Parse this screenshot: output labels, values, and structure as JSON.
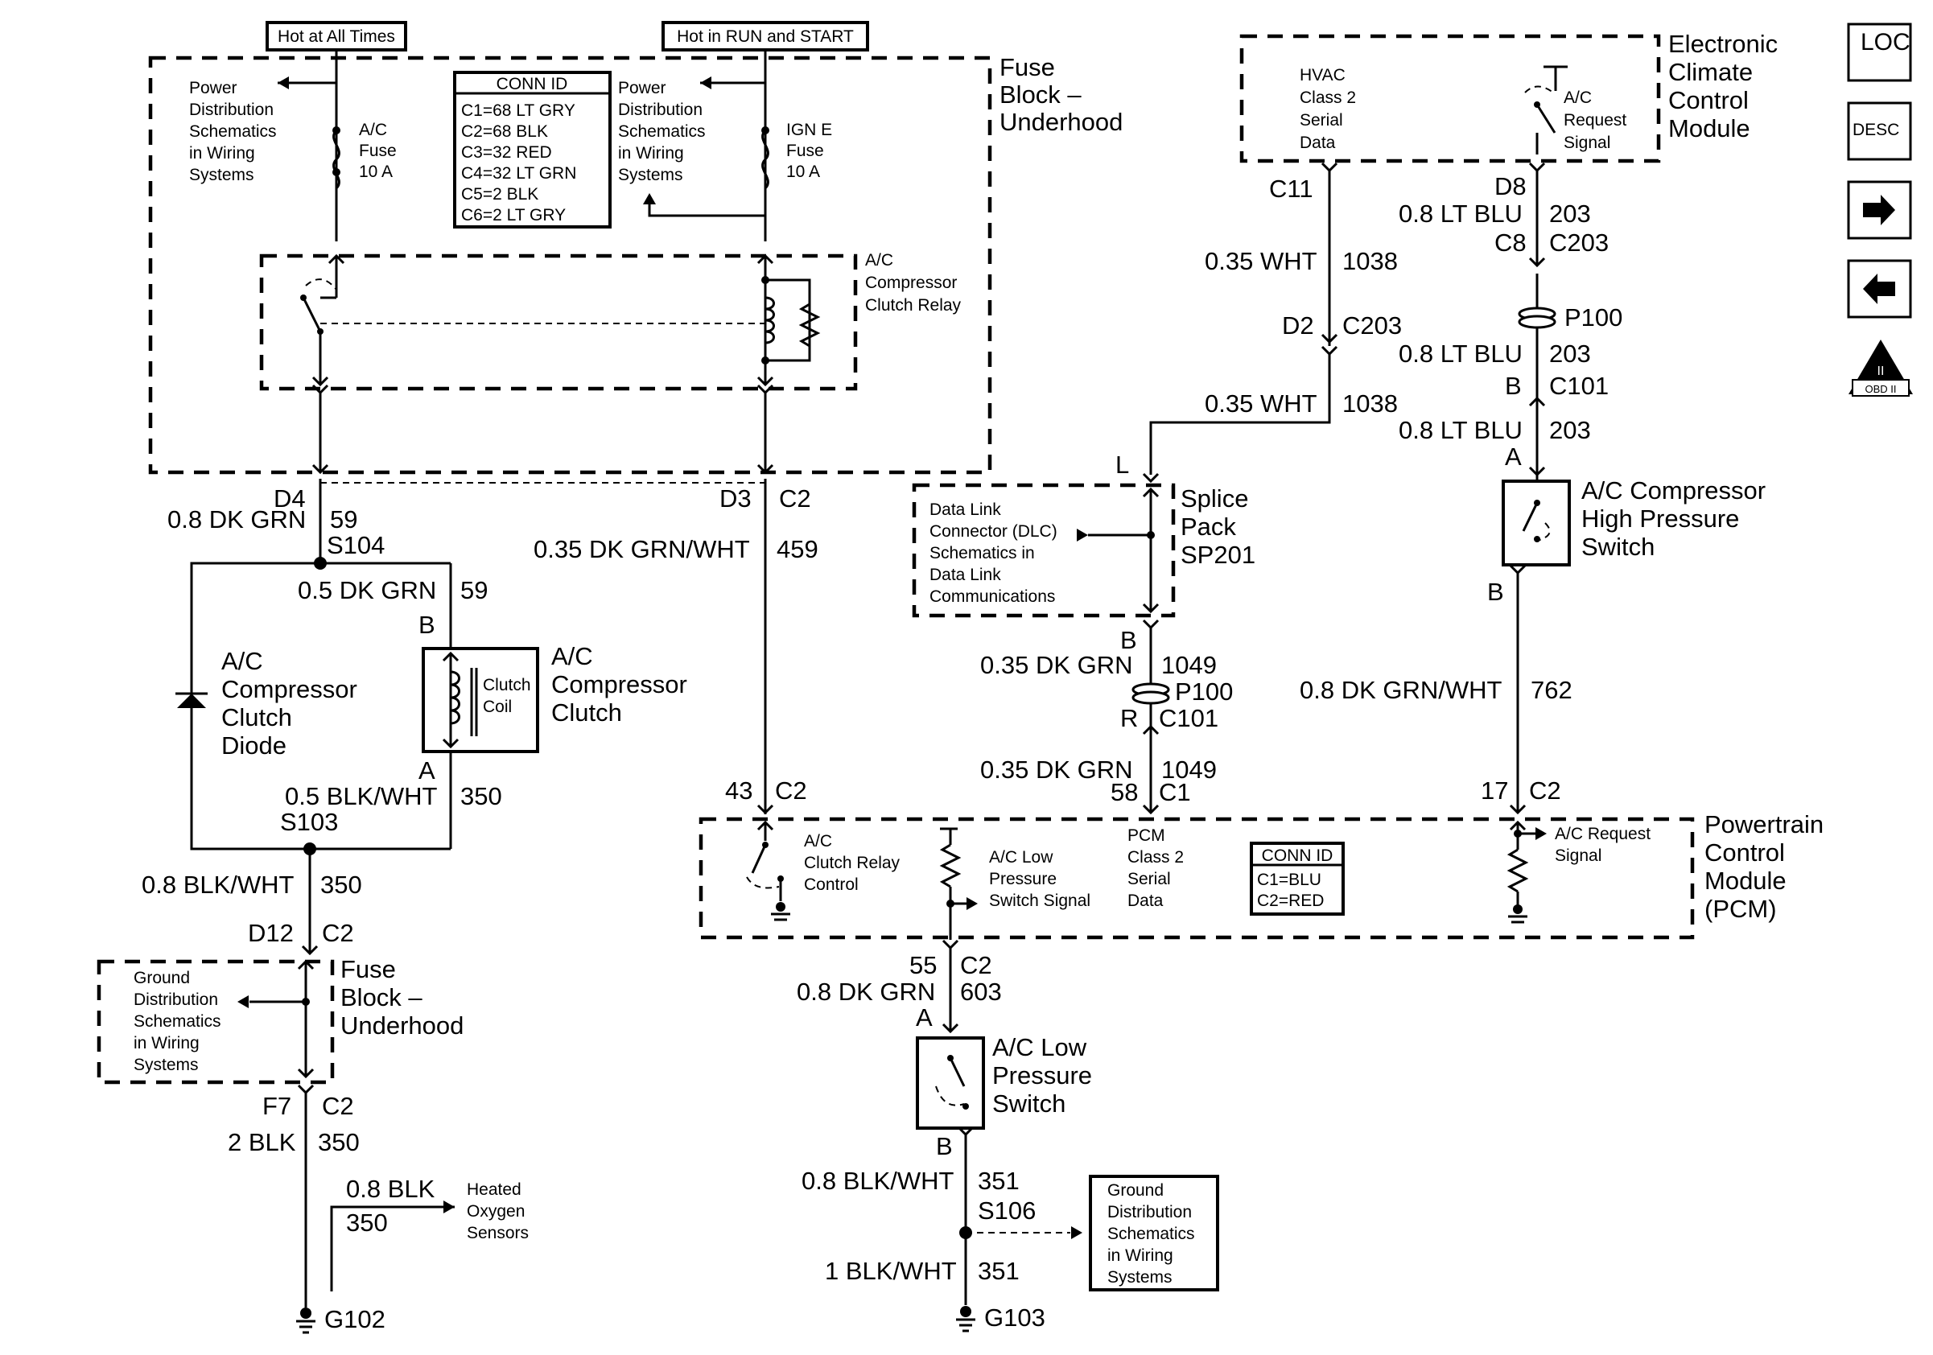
{
  "title_hot_all": "Hot at All Times",
  "title_hot_run": "Hot in RUN and START",
  "power_dist_1": [
    "Power",
    "Distribution",
    "Schematics",
    "in Wiring",
    "Systems"
  ],
  "power_dist_2": [
    "Power",
    "Distribution",
    "Schematics",
    "in Wiring",
    "Systems"
  ],
  "ac_fuse": [
    "A/C",
    "Fuse",
    "10 A"
  ],
  "ign_fuse": [
    "IGN E",
    "Fuse",
    "10 A"
  ],
  "conn_id_top": {
    "header": "CONN ID",
    "rows": [
      "C1=68 LT GRY",
      "C2=68 BLK",
      "C3=32 RED",
      "C4=32 LT GRN",
      "C5=2 BLK",
      "C6=2 LT GRY"
    ]
  },
  "fuse_block_top": [
    "Fuse",
    "Block –",
    "Underhood"
  ],
  "relay_label": [
    "A/C",
    "Compressor",
    "Clutch Relay"
  ],
  "eccm": {
    "inner_left": [
      "HVAC",
      "Class 2",
      "Serial",
      "Data"
    ],
    "inner_right": [
      "A/C",
      "Request",
      "Signal"
    ],
    "title": [
      "Electronic",
      "Climate",
      "Control",
      "Module"
    ]
  },
  "left_wire": {
    "d4": "D4",
    "gauge1": "0.8 DK GRN",
    "c1": "59",
    "splice": "S104",
    "gauge2": "0.5 DK GRN",
    "c2": "59",
    "pinB": "B",
    "pinA": "A",
    "gauge3": "0.5 BLK/WHT",
    "c3": "350",
    "s103": "S103",
    "gauge4": "0.8 BLK/WHT",
    "c4": "350",
    "d12": "D12",
    "c2lbl": "C2",
    "f7": "F7",
    "c2lbl2": "C2",
    "gauge5": "2 BLK",
    "c5": "350",
    "ho2_gauge": "0.8 BLK",
    "ho2_circuit": "350",
    "ho2": [
      "Heated",
      "Oxygen",
      "Sensors"
    ],
    "g102": "G102"
  },
  "clutch": {
    "coil": [
      "Clutch",
      "Coil"
    ],
    "title": [
      "A/C",
      "Compressor",
      "Clutch"
    ]
  },
  "diode": [
    "A/C",
    "Compressor",
    "Clutch",
    "Diode"
  ],
  "fuse_block_bottom": [
    "Fuse",
    "Block –",
    "Underhood"
  ],
  "ground_dist_left": [
    "Ground",
    "Distribution",
    "Schematics",
    "in Wiring",
    "Systems"
  ],
  "mid_wire": {
    "d3": "D3",
    "c2": "C2",
    "gauge": "0.35 DK GRN/WHT",
    "circuit": "459",
    "pin43": "43",
    "c2b": "C2"
  },
  "dlc": {
    "text": [
      "Data Link",
      "Connector (DLC)",
      "Schematics in",
      "Data Link",
      "Communications"
    ],
    "splice": [
      "Splice",
      "Pack",
      "SP201"
    ],
    "pinL": "L",
    "pinB": "B"
  },
  "hvac_wire": {
    "c11": "C11",
    "gauge1": "0.35 WHT",
    "c1": "1038",
    "d2": "D2",
    "c203": "C203",
    "gauge2": "0.35 WHT",
    "c2": "1038",
    "gauge3": "0.35 DK GRN",
    "c3": "1049",
    "p100": "P100",
    "pinR": "R",
    "c101": "C101",
    "gauge4": "0.35 DK GRN",
    "c4": "1049",
    "pin58": "58",
    "c1lbl": "C1"
  },
  "req_wire": {
    "d8": "D8",
    "gauge1": "0.8 LT BLU",
    "c1": "203",
    "c8": "C8",
    "c203": "C203",
    "p100": "P100",
    "gauge2": "0.8 LT BLU",
    "c2": "203",
    "pinB": "B",
    "c101": "C101",
    "gauge3": "0.8 LT BLU",
    "c3": "203",
    "pinA": "A",
    "switch": [
      "A/C Compressor",
      "High Pressure",
      "Switch"
    ],
    "pinB2": "B",
    "gauge4": "0.8 DK GRN/WHT",
    "c4": "762",
    "pin17": "17",
    "c2lbl": "C2"
  },
  "pcm": {
    "relay_ctrl": [
      "A/C",
      "Clutch Relay",
      "Control"
    ],
    "low_sig": [
      "A/C Low",
      "Pressure",
      "Switch Signal"
    ],
    "class2": [
      "PCM",
      "Class 2",
      "Serial",
      "Data"
    ],
    "conn": {
      "header": "CONN ID",
      "rows": [
        "C1=BLU",
        "C2=RED"
      ]
    },
    "req_sig": [
      "A/C Request",
      "Signal"
    ],
    "title": [
      "Powertrain",
      "Control",
      "Module",
      "(PCM)"
    ]
  },
  "low_wire": {
    "pin55": "55",
    "c2": "C2",
    "gauge1": "0.8 DK GRN",
    "c1": "603",
    "pinA": "A",
    "switch": [
      "A/C Low",
      "Pressure",
      "Switch"
    ],
    "pinB": "B",
    "gauge2": "0.8 BLK/WHT",
    "c2n": "351",
    "s106": "S106",
    "gauge3": "1 BLK/WHT",
    "c3": "351",
    "g103": "G103"
  },
  "ground_dist_right": [
    "Ground",
    "Distribution",
    "Schematics",
    "in Wiring",
    "Systems"
  ],
  "nav": {
    "loc": "LOC",
    "desc": "DESC",
    "obd": "OBD II",
    "obd_mark": "II"
  }
}
